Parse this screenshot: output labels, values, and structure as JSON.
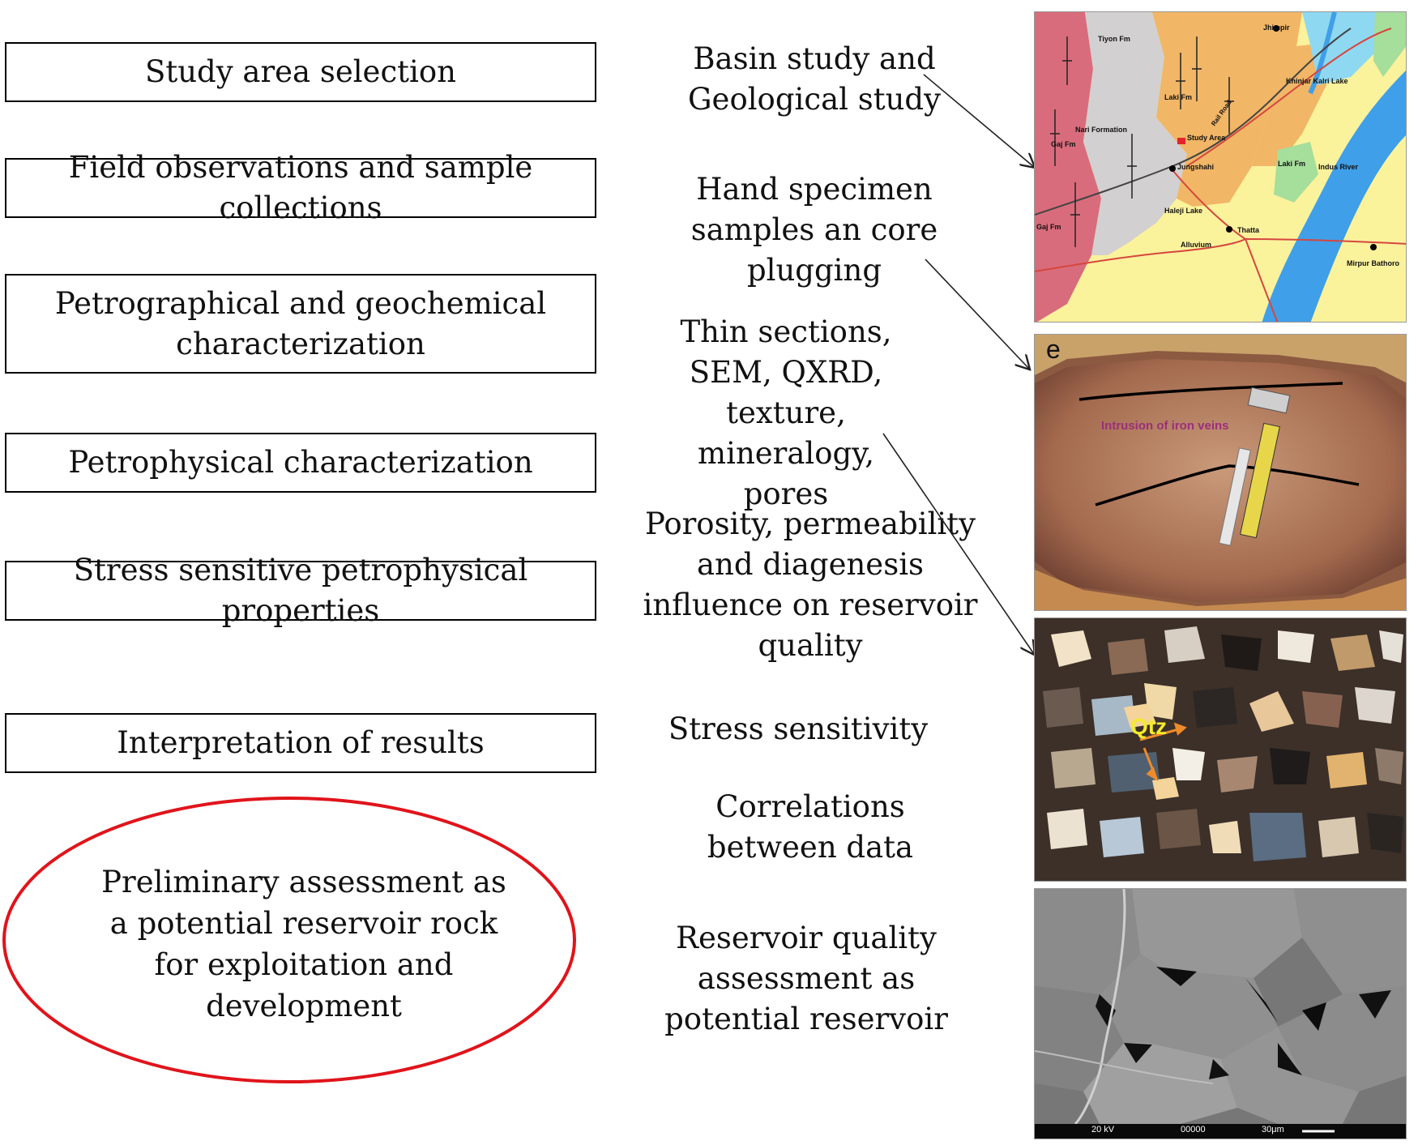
{
  "steps": [
    {
      "label": "Study area selection"
    },
    {
      "label": "Field observations and sample collections"
    },
    {
      "label": "Petrographical  and  geochemical characterization"
    },
    {
      "label": "Petrophysical characterization"
    },
    {
      "label": "Stress sensitive petrophysical  properties"
    },
    {
      "label": "Interpretation of results"
    }
  ],
  "conclusion": {
    "label": "Preliminary assessment  as a potential reservoir rock for exploitation and development",
    "color": "#e0141b"
  },
  "descriptions": [
    "Basin  study and Geological study",
    "Hand specimen samples an core plugging",
    "Thin sections, SEM, QXRD, texture, mineralogy, pores",
    "Porosity, permeability and diagenesis influence on reservoir quality",
    "Stress sensitivity",
    "Correlations  between data",
    "Reservoir quality assessment as potential  reservoir"
  ],
  "images": {
    "map": {
      "labels": [
        "Jhimpir",
        "Tiyon Fm",
        "Khinjar Kalri Lake",
        "Laki Fm",
        "Nari Formation",
        "Gaj Fm",
        "Study Area",
        "Jungshahi",
        "Laki Fm",
        "Indus River",
        "Haleji Lake",
        "Alluvium",
        "Thatta",
        "Mirpur Bathoro",
        "Rail Road",
        "Gaj Fm"
      ],
      "colors": {
        "nari": "#d2d0d0",
        "laki": "#f1b666",
        "gaj": "#d96c7c",
        "alluvium": "#fbf29c",
        "water": "#3f9fe9",
        "lake": "#8fd8f2",
        "green": "#a6de9c",
        "road": "#d5473e"
      }
    },
    "outcrop": {
      "panel_letter": "e",
      "annotation": "Intrusion of iron veins"
    },
    "thin_section": {
      "label": "Qtz"
    },
    "sem": {
      "scale_text": [
        "20 kV",
        "00000",
        "30μm"
      ]
    }
  }
}
